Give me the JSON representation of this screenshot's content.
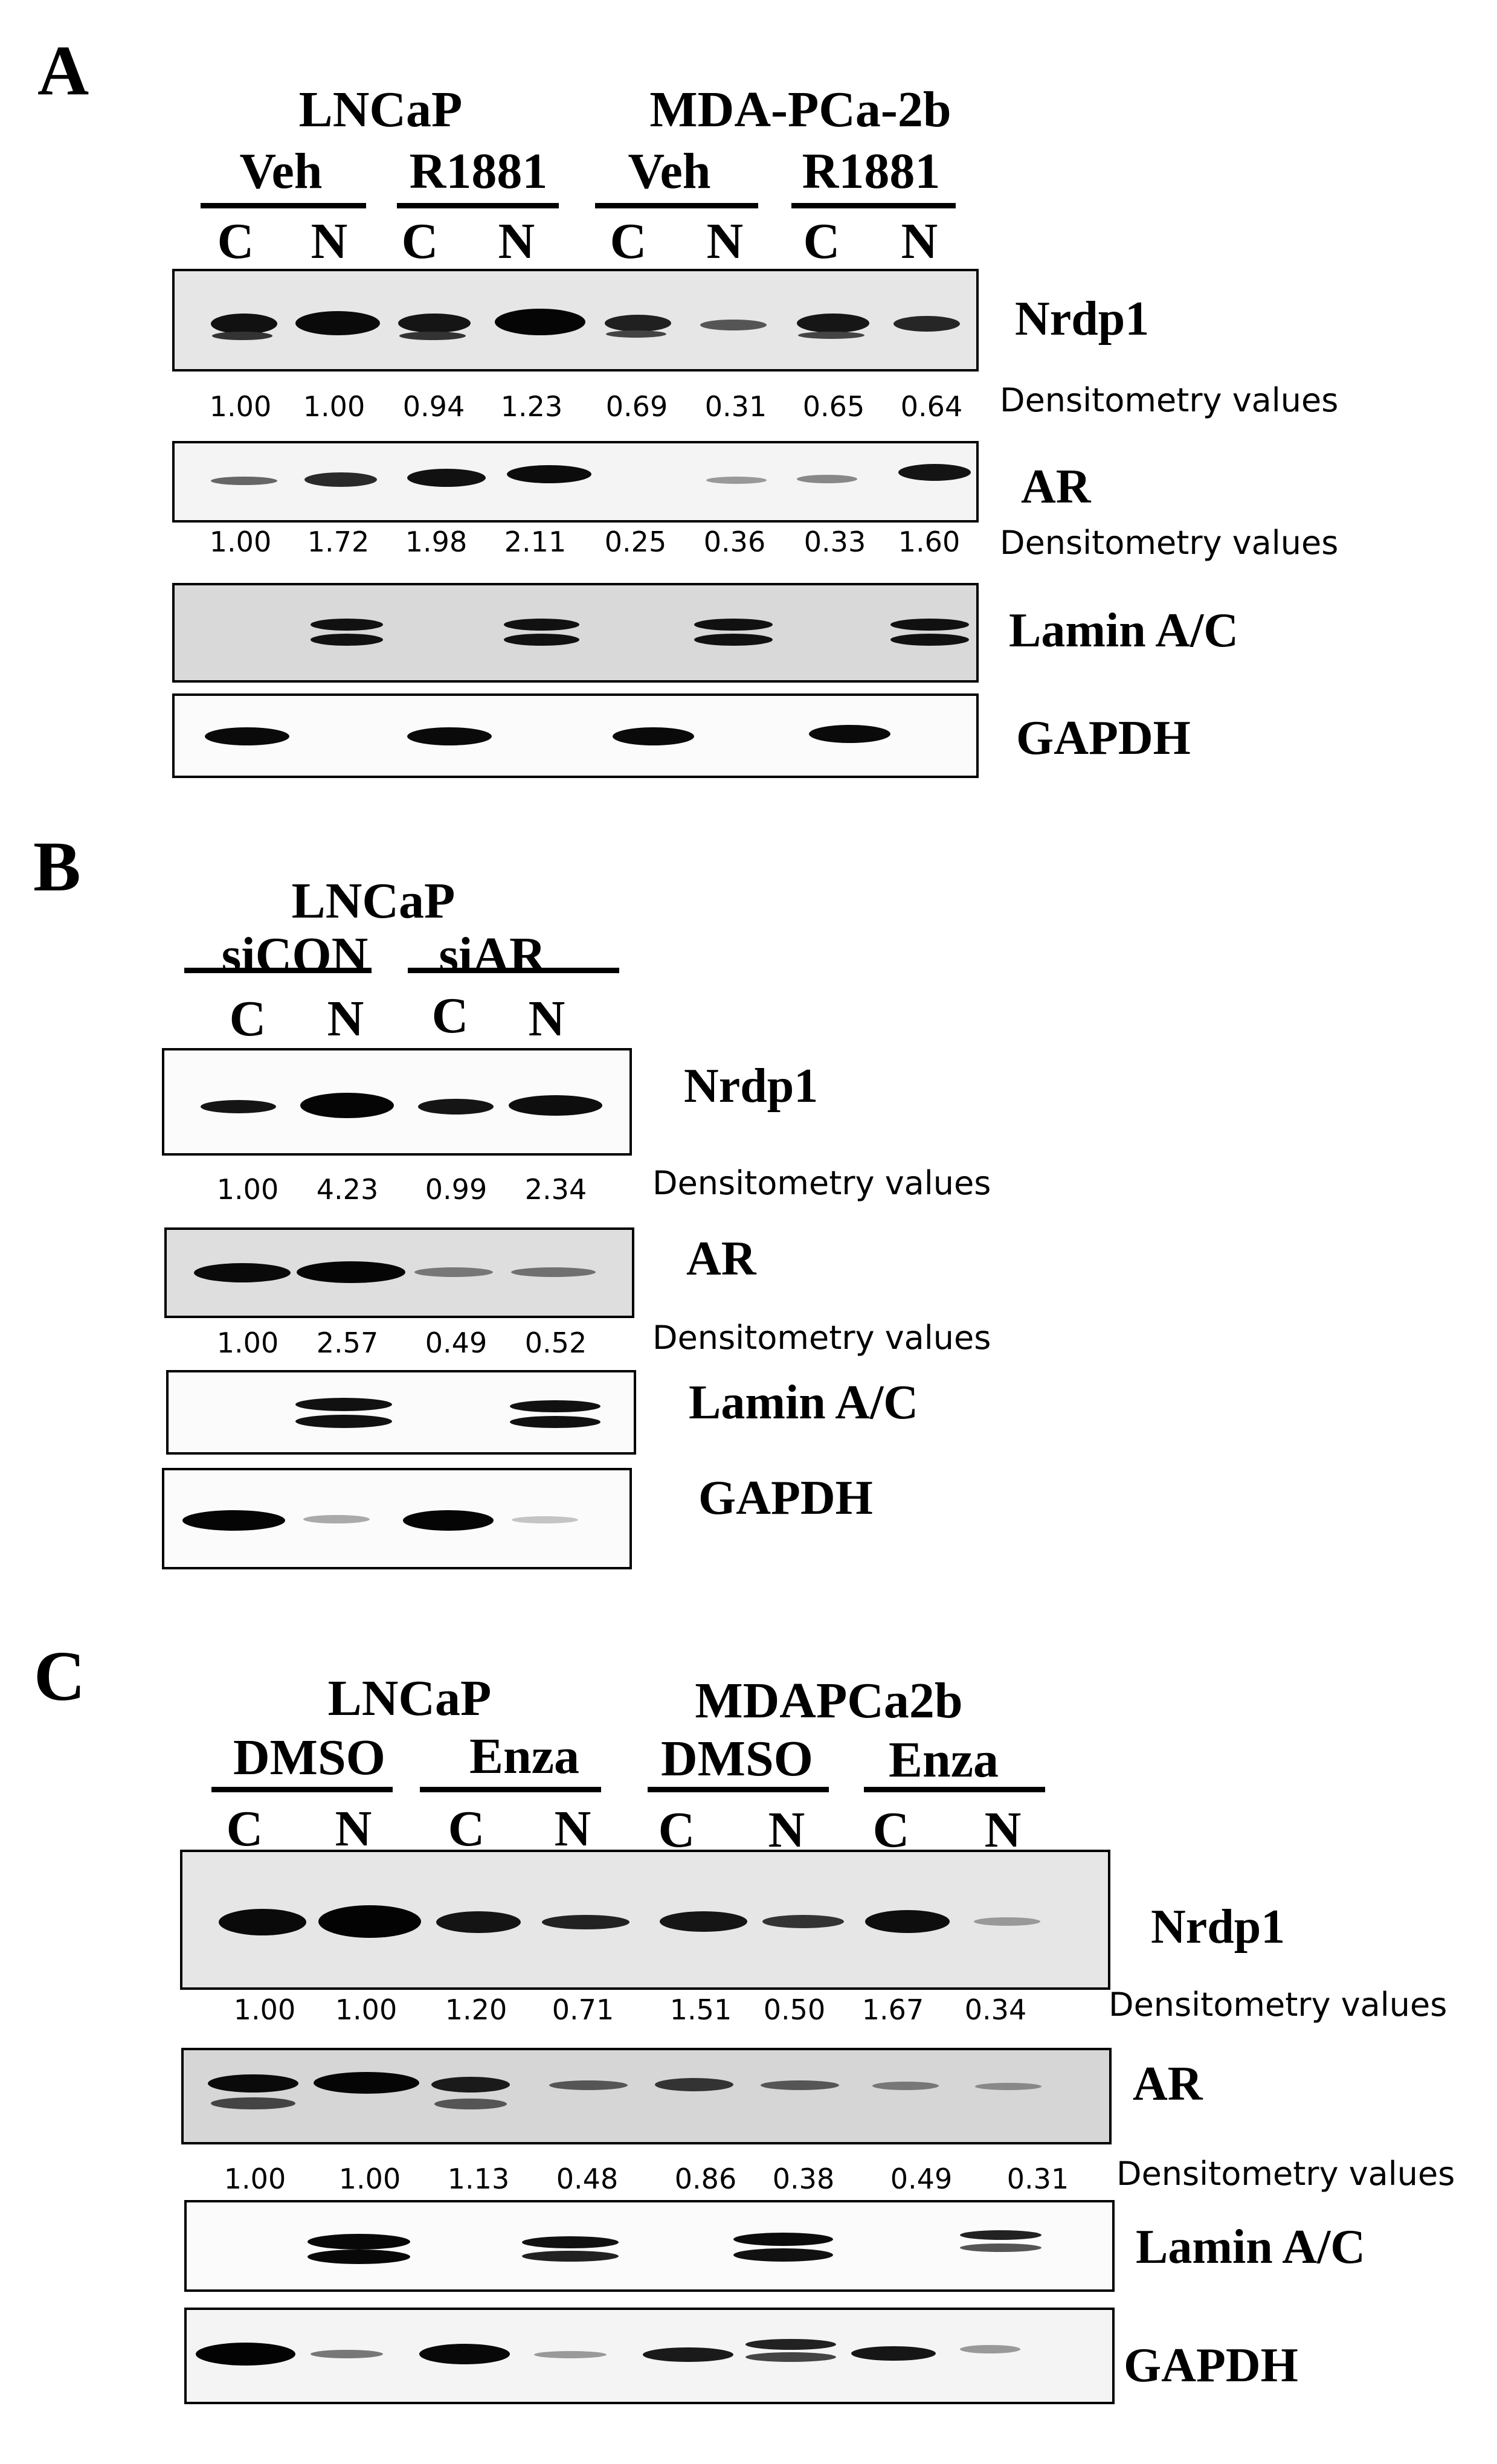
{
  "panels": [
    {
      "letter": "A",
      "cell_lines": [
        "LNCaP",
        "MDA-PCa-2b"
      ],
      "treatments": [
        "Veh",
        "R1881",
        "Veh",
        "R1881"
      ],
      "lanes": [
        "C",
        "N",
        "C",
        "N",
        "C",
        "N",
        "C",
        "N"
      ],
      "blots": [
        {
          "protein": "Nrdp1",
          "densitometry": [
            "1.00",
            "1.00",
            "0.94",
            "1.23",
            "0.69",
            "0.31",
            "0.65",
            "0.64"
          ],
          "densitometry_label": "Densitometry values"
        },
        {
          "protein": "AR",
          "densitometry": [
            "1.00",
            "1.72",
            "1.98",
            "2.11",
            "0.25",
            "0.36",
            "0.33",
            "1.60"
          ],
          "densitometry_label": "Densitometry values"
        },
        {
          "protein": "Lamin A/C"
        },
        {
          "protein": "GAPDH"
        }
      ]
    },
    {
      "letter": "B",
      "cell_lines": [
        "LNCaP"
      ],
      "treatments": [
        "siCON",
        "siAR"
      ],
      "lanes": [
        "C",
        "N",
        "C",
        "N"
      ],
      "blots": [
        {
          "protein": "Nrdp1",
          "densitometry": [
            "1.00",
            "4.23",
            "0.99",
            "2.34"
          ],
          "densitometry_label": "Densitometry values"
        },
        {
          "protein": "AR",
          "densitometry": [
            "1.00",
            "2.57",
            "0.49",
            "0.52"
          ],
          "densitometry_label": "Densitometry values"
        },
        {
          "protein": "Lamin A/C"
        },
        {
          "protein": "GAPDH"
        }
      ]
    },
    {
      "letter": "C",
      "cell_lines": [
        "LNCaP",
        "MDAPCa2b"
      ],
      "treatments": [
        "DMSO",
        "Enza",
        "DMSO",
        "Enza"
      ],
      "lanes": [
        "C",
        "N",
        "C",
        "N",
        "C",
        "N",
        "C",
        "N"
      ],
      "blots": [
        {
          "protein": "Nrdp1",
          "densitometry": [
            "1.00",
            "1.00",
            "1.20",
            "0.71",
            "1.51",
            "0.50",
            "1.67",
            "0.34"
          ],
          "densitometry_label": "Densitometry values"
        },
        {
          "protein": "AR",
          "densitometry": [
            "1.00",
            "1.00",
            "1.13",
            "0.48",
            "0.86",
            "0.38",
            "0.49",
            "0.31"
          ],
          "densitometry_label": "Densitometry values"
        },
        {
          "protein": "Lamin A/C"
        },
        {
          "protein": "GAPDH"
        }
      ]
    }
  ]
}
